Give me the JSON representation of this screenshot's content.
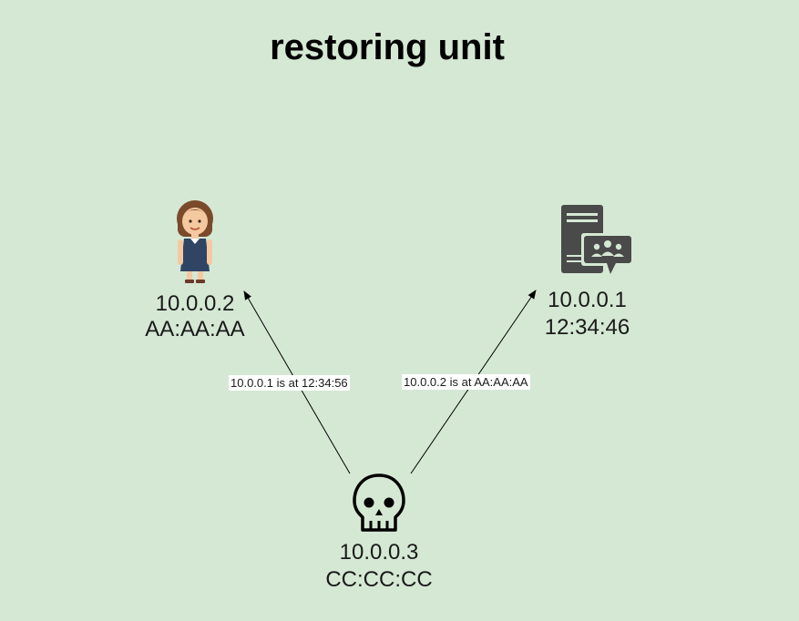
{
  "title": "restoring unit",
  "nodes": {
    "victim": {
      "ip": "10.0.0.2",
      "mac": "AA:AA:AA",
      "icon": "person-icon"
    },
    "server": {
      "ip": "10.0.0.1",
      "mac": "12:34:46",
      "icon": "server-chat-icon"
    },
    "attacker": {
      "ip": "10.0.0.3",
      "mac": "CC:CC:CC",
      "icon": "skull-icon"
    }
  },
  "edges": [
    {
      "from": "attacker",
      "to": "victim",
      "label": "10.0.0.1 is at 12:34:56"
    },
    {
      "from": "attacker",
      "to": "server",
      "label": "10.0.0.2 is at AA:AA:AA"
    }
  ],
  "colors": {
    "background": "#d5e8d4",
    "icon_dark": "#4a4a4a"
  }
}
